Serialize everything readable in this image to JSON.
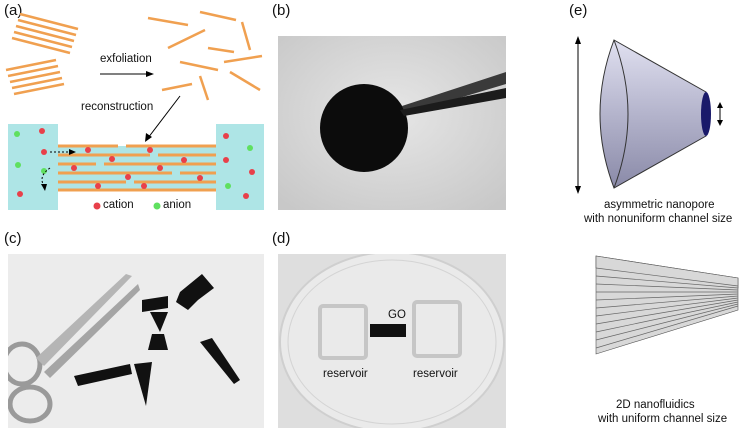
{
  "panels": {
    "a": {
      "label": "(a)",
      "exfoliation": "exfoliation",
      "reconstruction": "reconstruction",
      "cation": "cation",
      "anion": "anion"
    },
    "b": {
      "label": "(b)"
    },
    "c": {
      "label": "(c)"
    },
    "d": {
      "label": "(d)",
      "go": "GO",
      "reservoir_left": "reservoir",
      "reservoir_right": "reservoir"
    },
    "e": {
      "label": "(e)",
      "top_line1": "asymmetric nanopore",
      "top_line2": "with nonuniform channel size",
      "bottom_line1": "2D nanofluidics",
      "bottom_line2": "with uniform channel size"
    }
  },
  "colors": {
    "sheet": "#f0a050",
    "fluid": "#aee5e6",
    "cation": "#e8404a",
    "anion": "#5fe05f"
  }
}
